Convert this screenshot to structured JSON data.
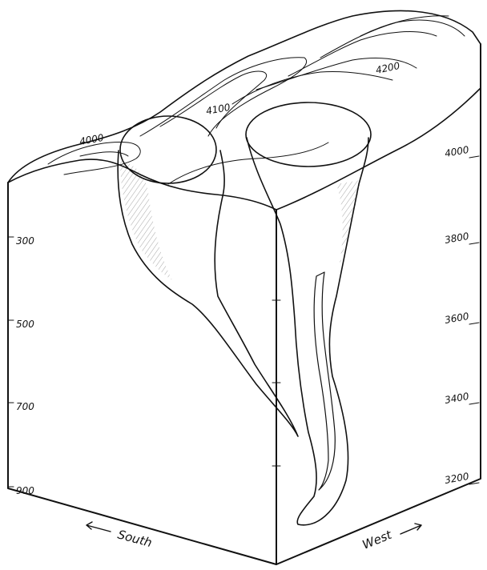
{
  "contour_labels": [
    "4200",
    "4100",
    "4000"
  ],
  "depth_scale": [
    "300",
    "500",
    "700",
    "900"
  ],
  "elevation_scale": [
    "4000",
    "3800",
    "3600",
    "3400",
    "3200"
  ],
  "direction_labels": {
    "south": "South",
    "west": "West"
  }
}
